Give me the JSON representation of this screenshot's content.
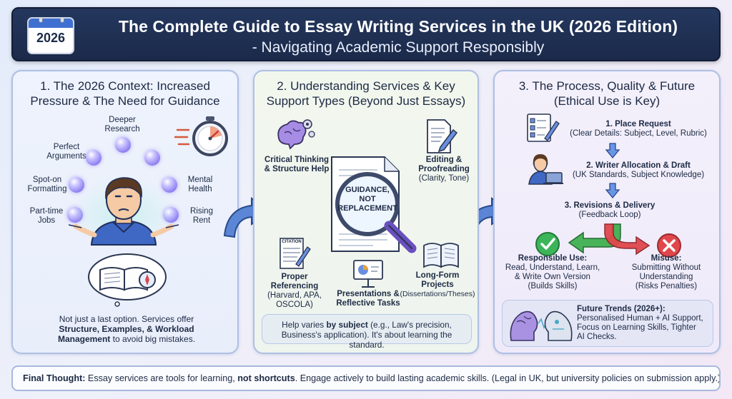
{
  "header": {
    "calendar_year": "2026",
    "title": "The Complete Guide to Essay Writing Services in the UK (2026 Edition)",
    "subtitle": "- Navigating Academic Support Responsibly"
  },
  "panel1": {
    "title_line1": "1. The 2026 Context: Increased",
    "title_line2": "Pressure & The Need for Guidance",
    "pressures": {
      "deeper_research": [
        "Deeper",
        "Research"
      ],
      "perfect_arguments": [
        "Perfect",
        "Arguments"
      ],
      "spot_on_formatting": [
        "Spot-on",
        "Formatting"
      ],
      "part_time_jobs": [
        "Part-time",
        "Jobs"
      ],
      "mental_health": [
        "Mental",
        "Health"
      ],
      "rising_rent": [
        "Rising",
        "Rent"
      ]
    },
    "note": {
      "line1": "Not just a last option. Services offer",
      "line2_bold": "Structure, Examples, & Workload",
      "line3_bold": "Management",
      "line3_rest": " to avoid big mistakes."
    }
  },
  "panel2": {
    "title_line1": "2. Understanding Services & Key",
    "title_line2": "Support Types (Beyond Just Essays)",
    "center_doc": [
      "GUIDANCE,",
      "NOT",
      "REPLACEMENT"
    ],
    "citation_tag": "CITATION",
    "services": {
      "critical": {
        "title": [
          "Critical Thinking",
          "& Structure Help"
        ]
      },
      "editing": {
        "title": [
          "Editing &",
          "Proofreading"
        ],
        "detail": "(Clarity, Tone)"
      },
      "referencing": {
        "title": [
          "Proper",
          "Referencing"
        ],
        "detail": [
          "(Harvard, APA,",
          "OSCOLA)"
        ]
      },
      "presentations": {
        "title": [
          "Presentations &",
          "Reflective Tasks"
        ]
      },
      "longform": {
        "title": [
          "Long-Form",
          "Projects"
        ],
        "detail": "(Dissertations/Theses)"
      }
    },
    "note": {
      "line1_pre": "Help varies ",
      "line1_bold": "by subject",
      "line1_post": " (e.g., Law's precision,",
      "line2": "Business's application). It's about learning the standard."
    }
  },
  "panel3": {
    "title_line1": "3. The Process, Quality & Future",
    "title_line2": "(Ethical Use is Key)",
    "steps": [
      {
        "title": "1. Place Request",
        "detail": "(Clear Details: Subject, Level, Rubric)"
      },
      {
        "title": "2. Writer Allocation & Draft",
        "detail": "(UK Standards, Subject Knowledge)"
      },
      {
        "title": "3. Revisions & Delivery",
        "detail": "(Feedback Loop)"
      }
    ],
    "responsible": {
      "title": "Responsible Use:",
      "lines": [
        "Read, Understand, Learn,",
        "& Write Own Version",
        "(Builds Skills)"
      ]
    },
    "misuse": {
      "title": "Misuse:",
      "lines": [
        "Submitting Without",
        "Understanding",
        "(Risks Penalties)"
      ]
    },
    "future": {
      "title": "Future Trends (2026+):",
      "lines": [
        "Personalised Human + AI Support,",
        "Focus on Learning Skills, Tighter",
        "AI Checks."
      ]
    }
  },
  "footer": {
    "label": "Final Thought:",
    "text1": " Essay services are tools for learning, ",
    "bold": "not shortcuts",
    "text2": ". Engage actively to build lasting academic skills. (Legal in UK, but university policies on submission apply.)"
  },
  "colors": {
    "header_bg": "#1b2a4a",
    "responsible_green": "#3cb55a",
    "misuse_red": "#e0474c",
    "flow_arrow_blue": "#5b86d6",
    "orb_purple": "#8b7cf0"
  }
}
